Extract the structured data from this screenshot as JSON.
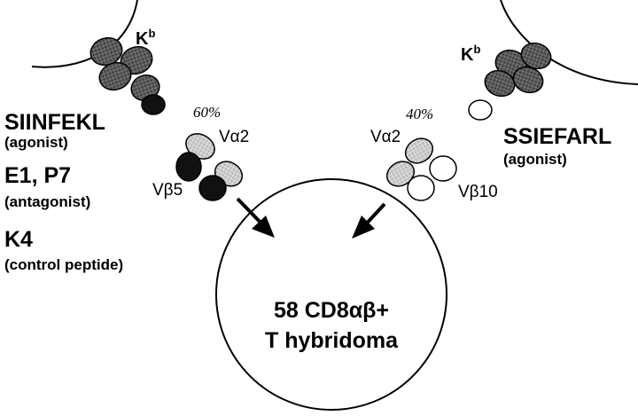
{
  "left_cell": {
    "mhc_label": "Kb",
    "mhc_base": "K",
    "mhc_sup": "b"
  },
  "right_cell": {
    "mhc_label": "Kb",
    "mhc_base": "K",
    "mhc_sup": "b"
  },
  "peptides_left": [
    {
      "name": "SIINFEKL",
      "role": "(agonist)"
    },
    {
      "name": "E1, P7",
      "role": "(antagonist)"
    },
    {
      "name": "K4",
      "role": "(control peptide)"
    }
  ],
  "peptide_right": {
    "name": "SSIEFARL",
    "role": "(agonist)"
  },
  "tcr_left": {
    "percent": "60%",
    "alpha": "Vα2",
    "beta": "Vβ5"
  },
  "tcr_right": {
    "percent": "40%",
    "alpha": "Vα2",
    "beta": "Vβ10"
  },
  "hybridoma": {
    "line1": "58 CD8αβ+",
    "line2": "T hybridoma"
  },
  "colors": {
    "dark_domain": "#4a4a4a",
    "black_domain": "#111111",
    "light_domain": "#c8c8c8",
    "white_domain": "#ffffff",
    "stroke": "#000000"
  }
}
